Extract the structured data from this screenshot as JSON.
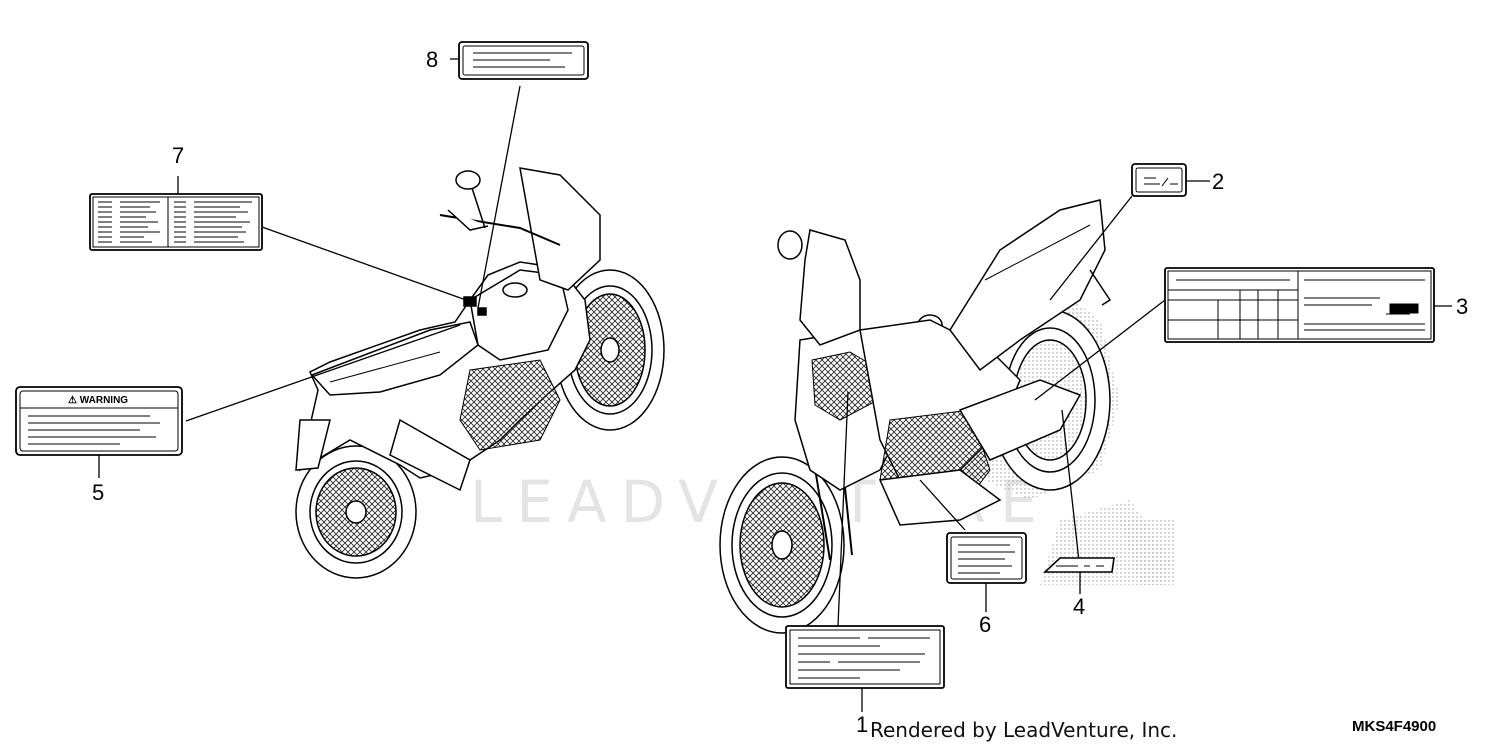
{
  "watermark": {
    "text": "LEADVENTURE"
  },
  "labels": [
    {
      "id": "1",
      "name": "caution-label-frame"
    },
    {
      "id": "2",
      "name": "label-2"
    },
    {
      "id": "3",
      "name": "label-3"
    },
    {
      "id": "4",
      "name": "label-4"
    },
    {
      "id": "5",
      "name": "warning-label",
      "text": "⚠ WARNING"
    },
    {
      "id": "6",
      "name": "label-6"
    },
    {
      "id": "7",
      "name": "label-7"
    },
    {
      "id": "8",
      "name": "label-8"
    }
  ],
  "footer": {
    "credit": "Rendered by LeadVenture, Inc.",
    "part_code": "MKS4F4900"
  }
}
